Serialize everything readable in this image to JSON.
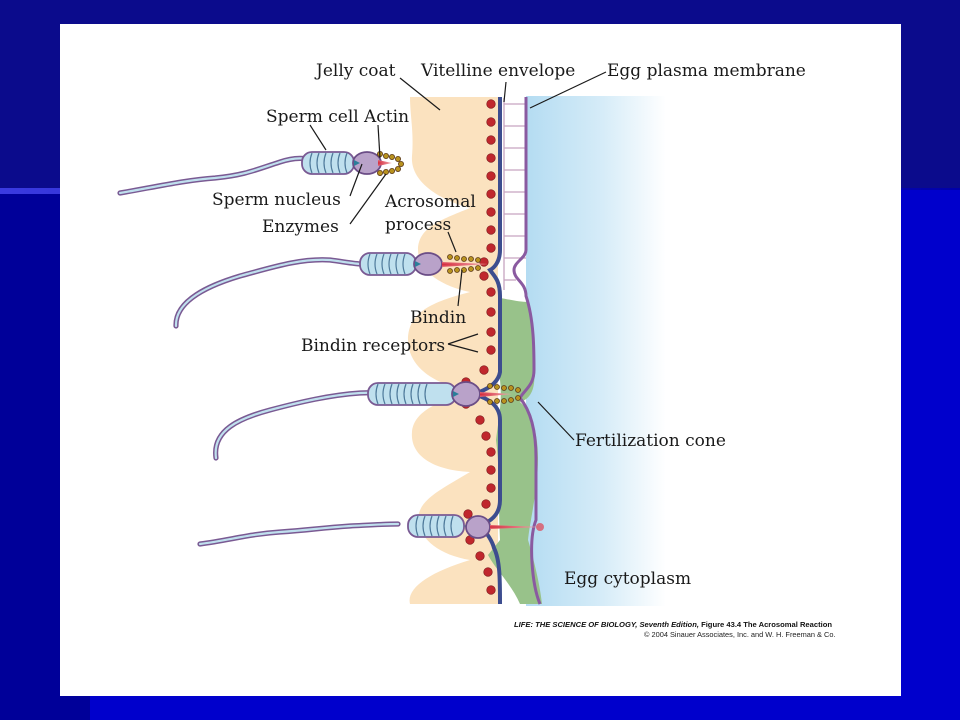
{
  "labels": {
    "jelly_coat": "Jelly coat",
    "vitelline_envelope": "Vitelline envelope",
    "egg_plasma_membrane": "Egg plasma membrane",
    "sperm_cell": "Sperm cell",
    "actin": "Actin",
    "sperm_nucleus": "Sperm nucleus",
    "enzymes": "Enzymes",
    "acrosomal_process_1": "Acrosomal",
    "acrosomal_process_2": "process",
    "bindin": "Bindin",
    "bindin_receptors": "Bindin receptors",
    "fertilization_cone": "Fertilization cone",
    "egg_cytoplasm": "Egg cytoplasm"
  },
  "credit": {
    "book": "LIFE: THE SCIENCE OF BIOLOGY, Seventh Edition,",
    "figure": " Figure 43.4 The Acrosomal Reaction",
    "copyright": "© 2004 Sinauer Associates, Inc. and W. H. Freeman & Co."
  },
  "colors": {
    "slide_background": "#000099",
    "jelly_coat": "#fbe2bf",
    "egg_cytoplasm": "#bfe0f3",
    "perivitelline": "#98c28a",
    "membrane": "#3d4d8f",
    "sperm_outline": "#7a5a93",
    "sperm_fill": "#bfe0ee",
    "bindin_receptor": "#c0272d",
    "actin": "#d4283a"
  }
}
